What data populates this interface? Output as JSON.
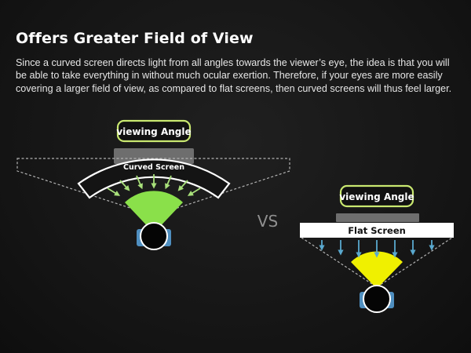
{
  "header": {
    "title": "Offers Greater Field of View",
    "description": "Since a curved screen directs light from all angles towards the viewer’s eye, the idea is that you will be able to take everything in without much ocular exertion. Therefore, if your eyes are more easily covering a larger field of view, as compared to flat screens, then curved screens will thus feel larger."
  },
  "curved": {
    "angle_label": "viewing Angle",
    "screen_label": "Curved Screen",
    "arrow_color": "#a8e07a",
    "cone_color": "#8ae04a"
  },
  "comparison": {
    "vs_label": "VS"
  },
  "flat": {
    "angle_label": "viewing Angle",
    "screen_label": "Flat Screen",
    "arrow_color": "#5aa9cf",
    "cone_color": "#f0f000"
  },
  "colors": {
    "pill_border": "#c9e870",
    "head_fill": "#050505",
    "ear_fill": "#4f8fc0",
    "stand_fill": "#6e6e6e"
  }
}
